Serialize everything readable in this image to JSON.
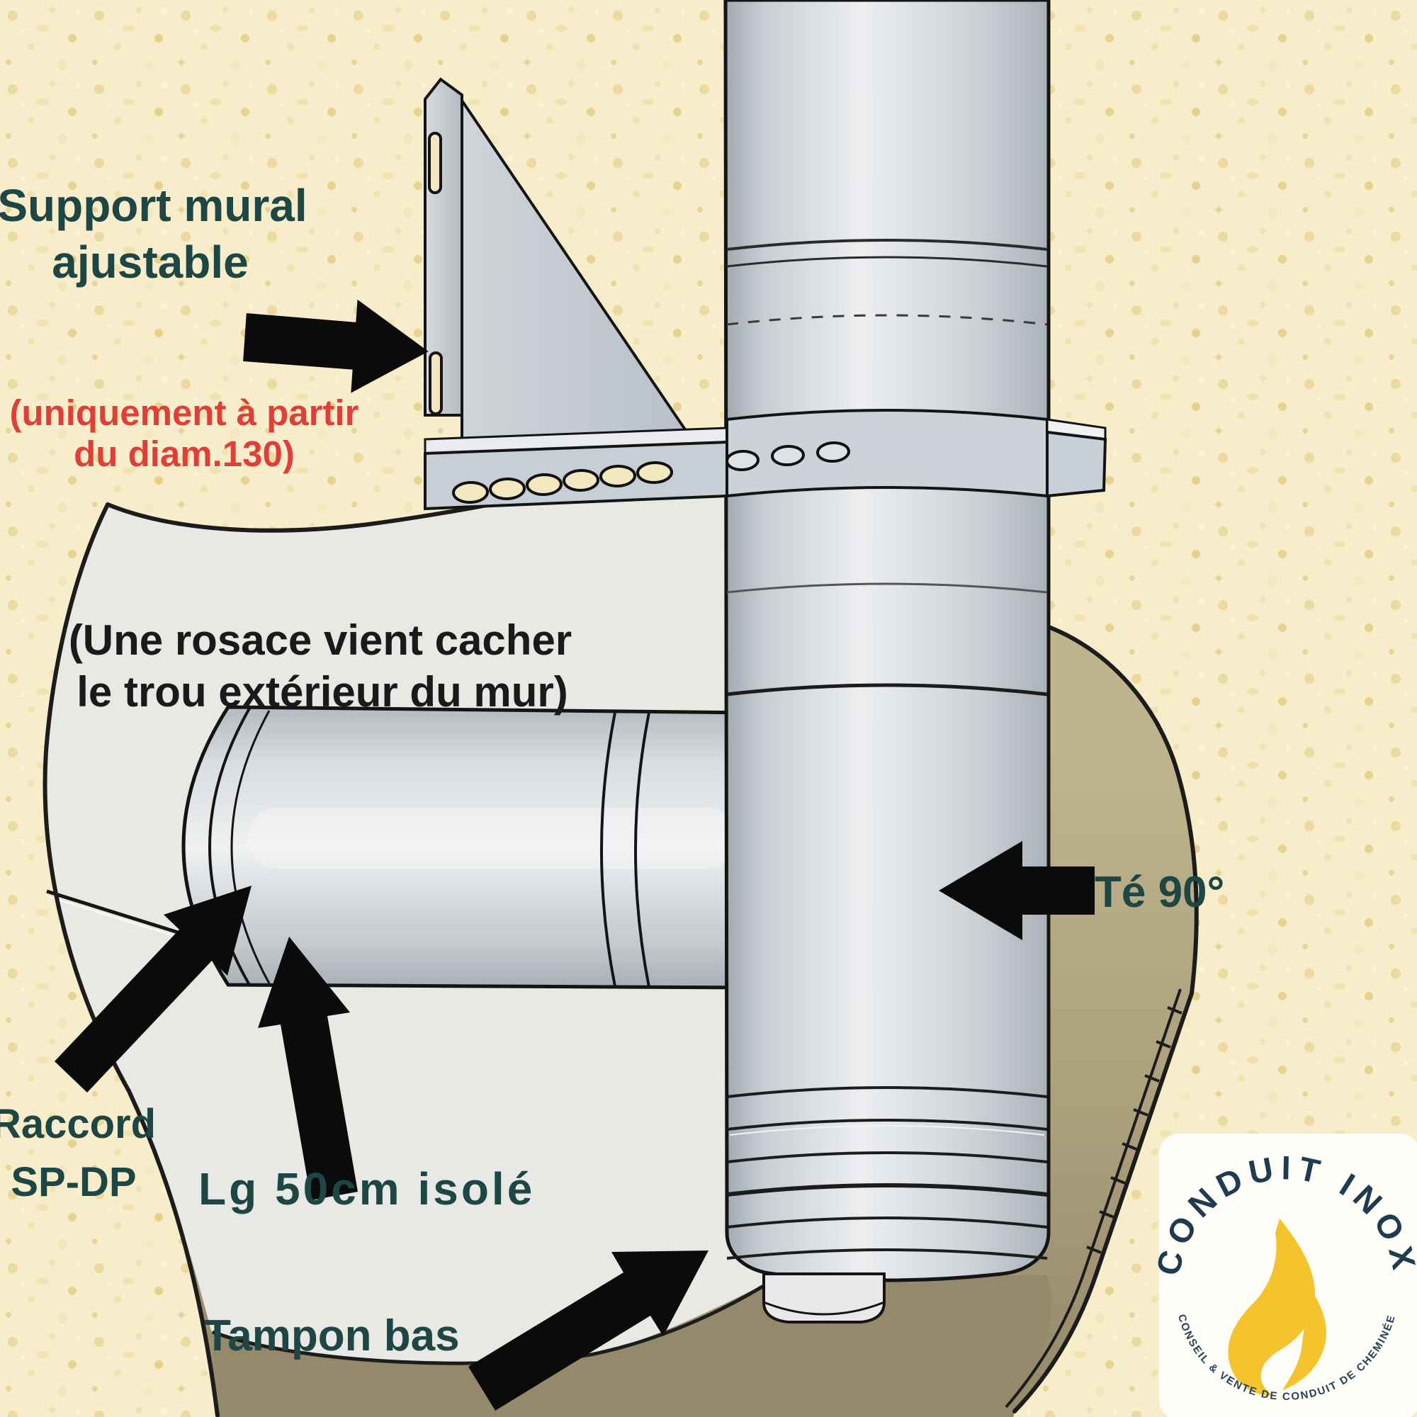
{
  "labels": {
    "support_line1": "Support mural",
    "support_line2": "ajustable",
    "note_line1": "(uniquement à partir",
    "note_line2": "du diam.130)",
    "rosace_line1": "(Une rosace vient cacher",
    "rosace_line2": "le trou extérieur du mur)",
    "te90": "Té 90°",
    "raccord_line1": "Raccord",
    "raccord_line2": "SP-DP",
    "lg50": "Lg 50cm isolé",
    "tampon": "Tampon bas"
  },
  "logo": {
    "name": "CONDUIT INOX",
    "tagline": "CONSEIL & VENTE DE CONDUIT DE CHEMINÉE",
    "flame_color": "#f5c32d",
    "text_color": "#1e3b4f"
  },
  "colors": {
    "label_teal": "#1d4644",
    "note_red": "#e23e38",
    "annotation_black": "#1a1a1a",
    "arrow_black": "#0b0b0b",
    "background_beige": "#f7edca",
    "wall_face_gray": "#e8e8e4",
    "wall_side_tan": "#a89c7c",
    "pipe_gray": "#d7dbdf"
  }
}
